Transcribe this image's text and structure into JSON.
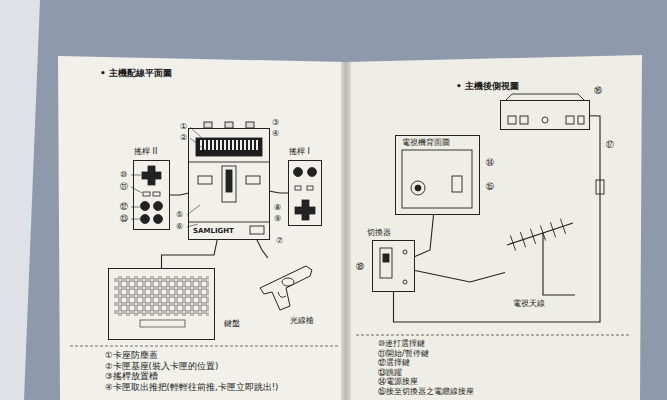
{
  "diagram": {
    "title": "• 主機配線平面圖",
    "nodes": [
      {
        "text": [
          "搖桿 II"
        ]
      },
      {
        "text": [
          "SAMLIGHT"
        ]
      },
      {
        "text": [
          "搖桿 I"
        ]
      },
      {
        "text": [
          "鍵盤"
        ]
      },
      {
        "text": [
          "光線槍"
        ]
      },
      {
        "text": [
          "• 主機後側視圖"
        ]
      },
      {
        "text": [
          "電視機背面圖"
        ]
      },
      {
        "text": [
          "切換器"
        ]
      },
      {
        "text": [
          "電視天線"
        ]
      }
    ],
    "edges": [
      {
        "from": 0,
        "to": 1,
        "arrow": "none"
      },
      {
        "from": 2,
        "to": 1,
        "arrow": "none"
      },
      {
        "from": 3,
        "to": 1,
        "arrow": "none"
      },
      {
        "from": 4,
        "to": 1,
        "arrow": "none"
      },
      {
        "from": 5,
        "to": 7,
        "arrow": "none"
      },
      {
        "from": 7,
        "to": 6,
        "arrow": "none"
      },
      {
        "from": 8,
        "to": 7,
        "arrow": "none"
      }
    ],
    "labels": [
      "①",
      "②",
      "③",
      "④",
      "⑤",
      "⑥",
      "⑦",
      "⑧",
      "⑨",
      "⑩",
      "⑪",
      "⑫",
      "⑬",
      "⑭",
      "⑮",
      "⑯",
      "⑰",
      "⑱",
      "①卡座防塵蓋",
      "②卡匣基座(裝入卡匣的位置)",
      "③搖桿放置槽",
      "④卡匣取出推把(輕輕往前推,卡匣立即跳出!)",
      "⑩連打選擇鍵",
      "⑪開始/暫停鍵",
      "⑫選擇鍵",
      "⑬跳躍",
      "⑭電源接座",
      "⑮接至切換器之電纜線接座"
    ]
  }
}
